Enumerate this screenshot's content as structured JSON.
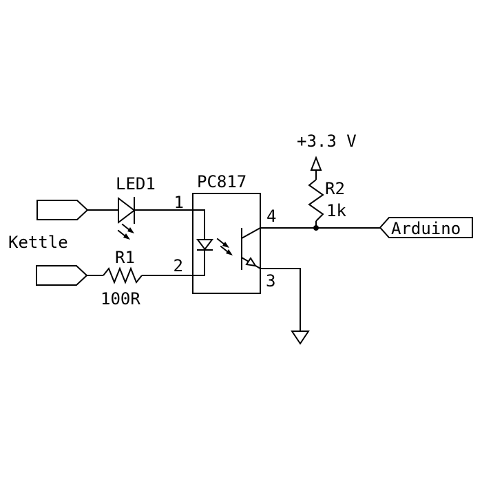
{
  "circuit": {
    "source": {
      "label": "Kettle"
    },
    "led1": {
      "designator": "LED1"
    },
    "r1": {
      "designator": "R1",
      "value": "100R"
    },
    "optocoupler": {
      "part_number": "PC817",
      "pin1": "1",
      "pin2": "2",
      "pin3": "3",
      "pin4": "4"
    },
    "power_rail": {
      "label": "+3.3 V"
    },
    "r2": {
      "designator": "R2",
      "value": "1k"
    },
    "destination": {
      "label": "Arduino"
    },
    "colors": {
      "line": "#000000",
      "background": "#ffffff"
    }
  }
}
